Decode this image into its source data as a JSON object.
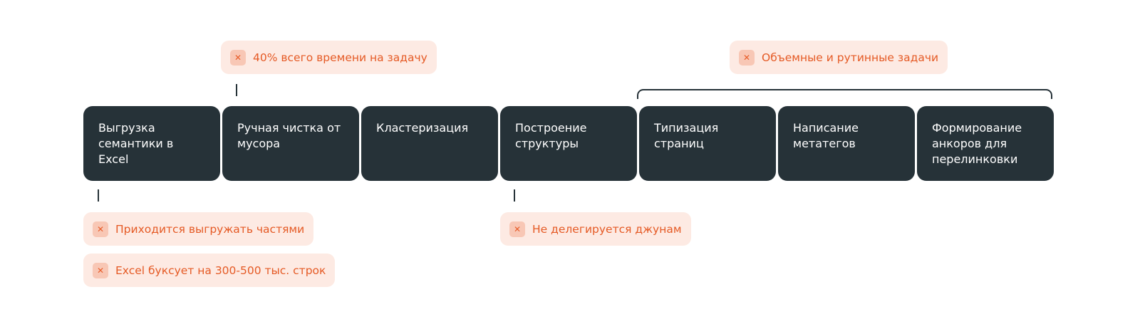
{
  "steps": [
    {
      "label": "Выгрузка\nсемантики в\nExcel"
    },
    {
      "label": "Ручная чистка от\nмусора"
    },
    {
      "label": "Кластеризация"
    },
    {
      "label": "Построение\nструктуры"
    },
    {
      "label": "Типизация\nстраниц"
    },
    {
      "label": "Написание\nметатегов"
    },
    {
      "label": "Формирование\nанкоров для\nперелинковки"
    }
  ],
  "notes": {
    "cleaning_time": {
      "icon": "close-icon",
      "symbol": "✕",
      "text": "40% всего времени на задачу"
    },
    "routine_tasks": {
      "icon": "close-icon",
      "symbol": "✕",
      "text": "Объемные и рутинные задачи"
    },
    "export_parts": {
      "icon": "close-icon",
      "symbol": "✕",
      "text": "Приходится выгружать частями"
    },
    "excel_lag": {
      "icon": "close-icon",
      "symbol": "✕",
      "text": "Excel буксует на 300-500 тыс. строк"
    },
    "not_delegated": {
      "icon": "close-icon",
      "symbol": "✕",
      "text": "Не делегируется джунам"
    }
  },
  "colors": {
    "step_background": "#263238",
    "step_text": "#ffffff",
    "note_background": "#fdeae3",
    "note_icon_background": "#f8c7b5",
    "note_text": "#e55a25",
    "connector": "#263238"
  }
}
